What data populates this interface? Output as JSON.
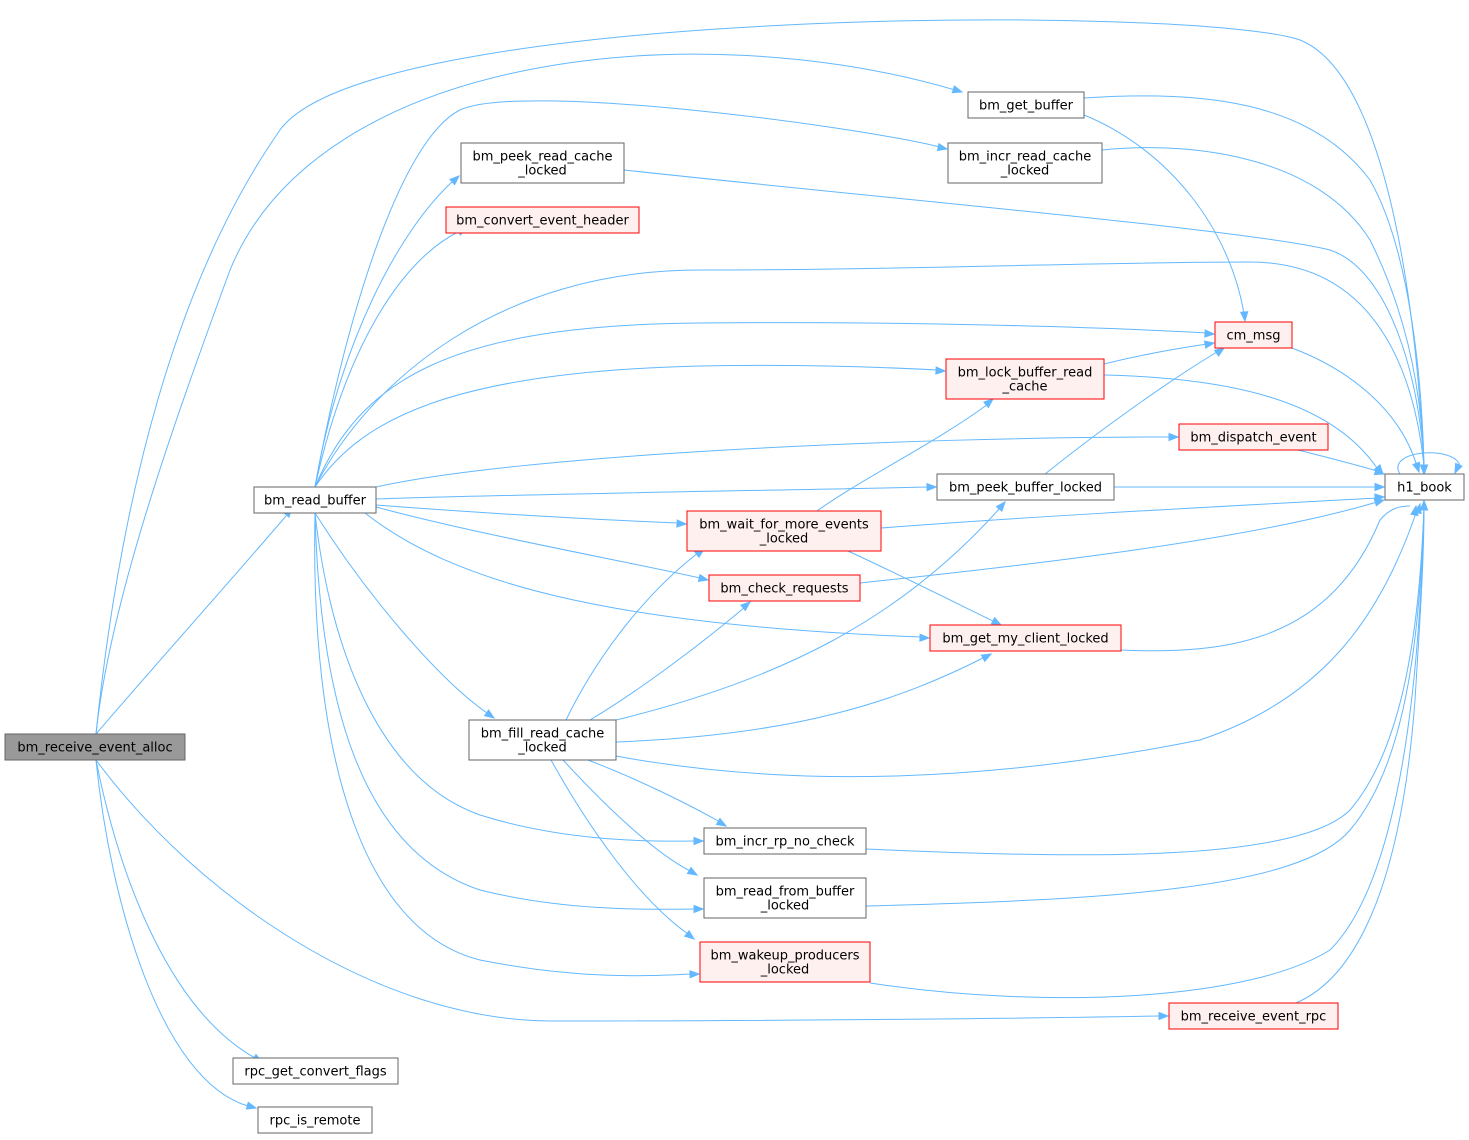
{
  "colors": {
    "edge": "#63b8ff",
    "root_fill": "#999999",
    "root_stroke": "#666666",
    "normal_fill": "#ffffff",
    "normal_stroke": "#666666",
    "red_fill": "#fff0f0",
    "red_stroke": "#ff0000"
  },
  "nodes": [
    {
      "id": "root",
      "lines": [
        "bm_receive_event_alloc"
      ],
      "style": "root"
    },
    {
      "id": "read_buffer",
      "lines": [
        "bm_read_buffer"
      ],
      "style": "normal"
    },
    {
      "id": "rpc_get_convert_flags",
      "lines": [
        "rpc_get_convert_flags"
      ],
      "style": "normal"
    },
    {
      "id": "rpc_is_remote",
      "lines": [
        "rpc_is_remote"
      ],
      "style": "normal"
    },
    {
      "id": "get_buffer",
      "lines": [
        "bm_get_buffer"
      ],
      "style": "normal"
    },
    {
      "id": "peek_read_cache",
      "lines": [
        "bm_peek_read_cache",
        "_locked"
      ],
      "style": "normal"
    },
    {
      "id": "incr_read_cache",
      "lines": [
        "bm_incr_read_cache",
        "_locked"
      ],
      "style": "normal"
    },
    {
      "id": "convert_event_header",
      "lines": [
        "bm_convert_event_header"
      ],
      "style": "red"
    },
    {
      "id": "cm_msg",
      "lines": [
        "cm_msg"
      ],
      "style": "red"
    },
    {
      "id": "lock_buffer_read_cache",
      "lines": [
        "bm_lock_buffer_read",
        "_cache"
      ],
      "style": "red"
    },
    {
      "id": "dispatch_event",
      "lines": [
        "bm_dispatch_event"
      ],
      "style": "red"
    },
    {
      "id": "peek_buffer_locked",
      "lines": [
        "bm_peek_buffer_locked"
      ],
      "style": "normal"
    },
    {
      "id": "h1_book",
      "lines": [
        "h1_book"
      ],
      "style": "normal"
    },
    {
      "id": "wait_for_more_events",
      "lines": [
        "bm_wait_for_more_events",
        "_locked"
      ],
      "style": "red"
    },
    {
      "id": "check_requests",
      "lines": [
        "bm_check_requests"
      ],
      "style": "red"
    },
    {
      "id": "get_my_client_locked",
      "lines": [
        "bm_get_my_client_locked"
      ],
      "style": "red"
    },
    {
      "id": "fill_read_cache",
      "lines": [
        "bm_fill_read_cache",
        "_locked"
      ],
      "style": "normal"
    },
    {
      "id": "incr_rp_no_check",
      "lines": [
        "bm_incr_rp_no_check"
      ],
      "style": "normal"
    },
    {
      "id": "read_from_buffer",
      "lines": [
        "bm_read_from_buffer",
        "_locked"
      ],
      "style": "normal"
    },
    {
      "id": "wakeup_producers",
      "lines": [
        "bm_wakeup_producers",
        "_locked"
      ],
      "style": "red"
    },
    {
      "id": "receive_event_rpc",
      "lines": [
        "bm_receive_event_rpc"
      ],
      "style": "red"
    }
  ],
  "edges": [
    {
      "from": "root",
      "to": "read_buffer"
    },
    {
      "from": "root",
      "to": "get_buffer"
    },
    {
      "from": "root",
      "to": "h1_book"
    },
    {
      "from": "root",
      "to": "receive_event_rpc"
    },
    {
      "from": "root",
      "to": "rpc_get_convert_flags"
    },
    {
      "from": "root",
      "to": "rpc_is_remote"
    },
    {
      "from": "read_buffer",
      "to": "peek_read_cache"
    },
    {
      "from": "read_buffer",
      "to": "incr_read_cache"
    },
    {
      "from": "read_buffer",
      "to": "convert_event_header"
    },
    {
      "from": "read_buffer",
      "to": "h1_book"
    },
    {
      "from": "read_buffer",
      "to": "cm_msg"
    },
    {
      "from": "read_buffer",
      "to": "lock_buffer_read_cache"
    },
    {
      "from": "read_buffer",
      "to": "dispatch_event"
    },
    {
      "from": "read_buffer",
      "to": "peek_buffer_locked"
    },
    {
      "from": "read_buffer",
      "to": "wait_for_more_events"
    },
    {
      "from": "read_buffer",
      "to": "check_requests"
    },
    {
      "from": "read_buffer",
      "to": "get_my_client_locked"
    },
    {
      "from": "read_buffer",
      "to": "fill_read_cache"
    },
    {
      "from": "read_buffer",
      "to": "incr_rp_no_check"
    },
    {
      "from": "read_buffer",
      "to": "read_from_buffer"
    },
    {
      "from": "read_buffer",
      "to": "wakeup_producers"
    },
    {
      "from": "get_buffer",
      "to": "h1_book"
    },
    {
      "from": "get_buffer",
      "to": "cm_msg"
    },
    {
      "from": "incr_read_cache",
      "to": "h1_book"
    },
    {
      "from": "peek_read_cache",
      "to": "h1_book"
    },
    {
      "from": "cm_msg",
      "to": "h1_book"
    },
    {
      "from": "lock_buffer_read_cache",
      "to": "cm_msg"
    },
    {
      "from": "lock_buffer_read_cache",
      "to": "h1_book"
    },
    {
      "from": "dispatch_event",
      "to": "h1_book"
    },
    {
      "from": "peek_buffer_locked",
      "to": "cm_msg"
    },
    {
      "from": "peek_buffer_locked",
      "to": "h1_book"
    },
    {
      "from": "h1_book",
      "to": "h1_book"
    },
    {
      "from": "wait_for_more_events",
      "to": "lock_buffer_read_cache"
    },
    {
      "from": "wait_for_more_events",
      "to": "h1_book"
    },
    {
      "from": "wait_for_more_events",
      "to": "get_my_client_locked"
    },
    {
      "from": "check_requests",
      "to": "h1_book"
    },
    {
      "from": "get_my_client_locked",
      "to": "h1_book"
    },
    {
      "from": "fill_read_cache",
      "to": "wait_for_more_events"
    },
    {
      "from": "fill_read_cache",
      "to": "check_requests"
    },
    {
      "from": "fill_read_cache",
      "to": "peek_buffer_locked"
    },
    {
      "from": "fill_read_cache",
      "to": "get_my_client_locked"
    },
    {
      "from": "fill_read_cache",
      "to": "h1_book"
    },
    {
      "from": "fill_read_cache",
      "to": "incr_rp_no_check"
    },
    {
      "from": "fill_read_cache",
      "to": "read_from_buffer"
    },
    {
      "from": "fill_read_cache",
      "to": "wakeup_producers"
    },
    {
      "from": "incr_rp_no_check",
      "to": "h1_book"
    },
    {
      "from": "read_from_buffer",
      "to": "h1_book"
    },
    {
      "from": "wakeup_producers",
      "to": "h1_book"
    },
    {
      "from": "receive_event_rpc",
      "to": "h1_book"
    }
  ]
}
